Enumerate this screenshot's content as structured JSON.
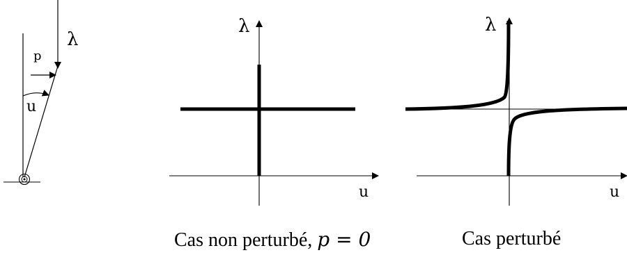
{
  "figure": {
    "labels": {
      "load": "λ",
      "force": "p",
      "angle": "u"
    },
    "panels": [
      {
        "caption_text": "Cas non perturbé,",
        "caption_math": "p = 0",
        "y_label": "λ",
        "x_label": "u",
        "curve": "cross"
      },
      {
        "caption_text": "Cas perturbé",
        "y_label": "λ",
        "x_label": "u",
        "curve": "hyperbola"
      }
    ]
  }
}
